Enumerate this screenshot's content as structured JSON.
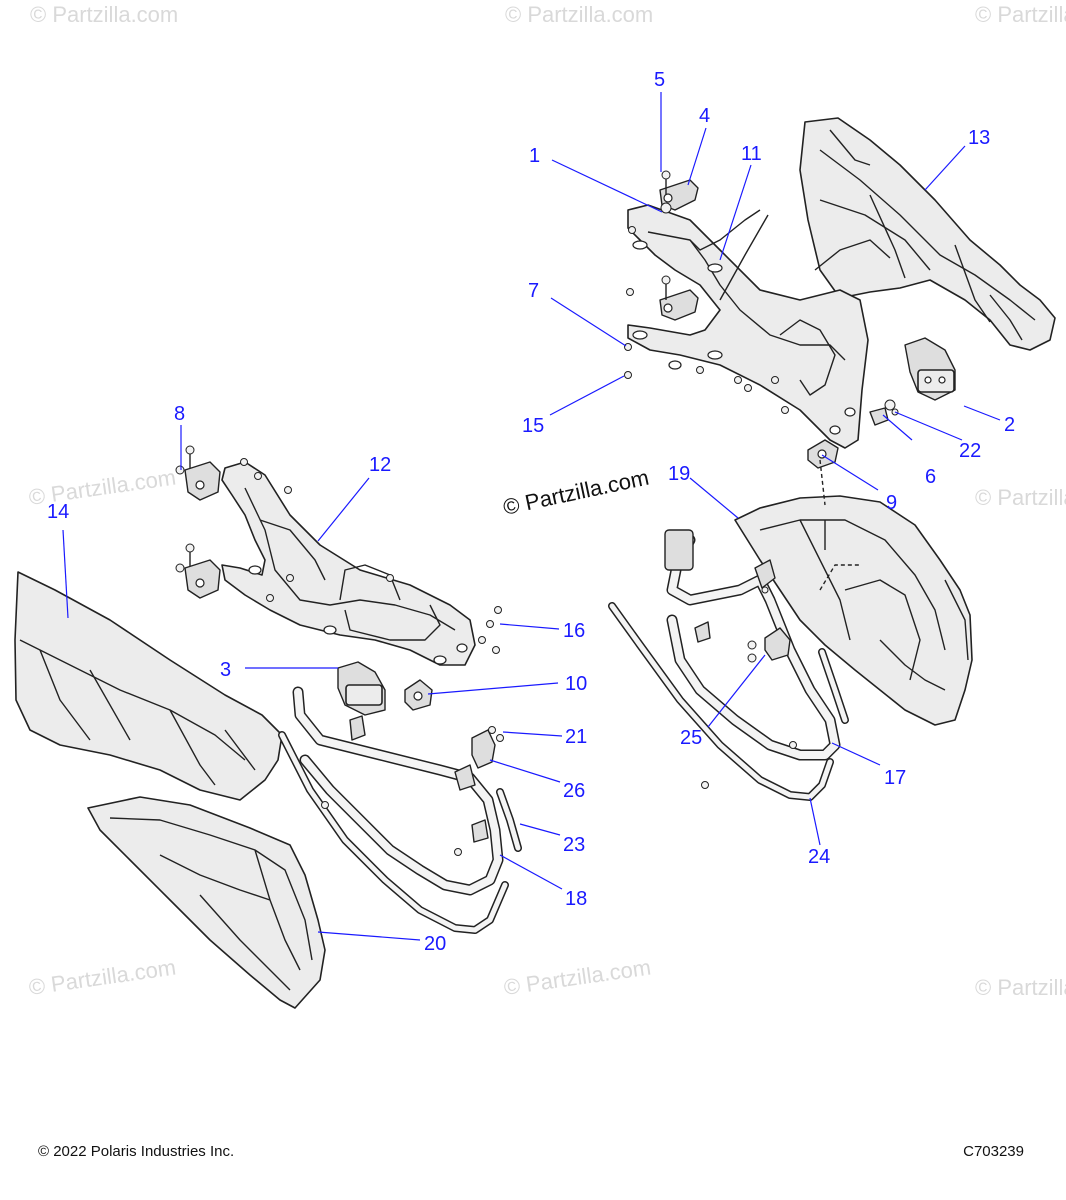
{
  "watermark_text": "© Partzilla.com",
  "center_watermark": "© Partzilla.com",
  "footer": {
    "copyright": "© 2022 Polaris Industries Inc.",
    "diagram_id": "C703239"
  },
  "callouts": {
    "c1": "1",
    "c2": "2",
    "c3": "3",
    "c4": "4",
    "c5": "5",
    "c6": "6",
    "c7": "7",
    "c8": "8",
    "c9": "9",
    "c10": "10",
    "c11": "11",
    "c12": "12",
    "c13": "13",
    "c14": "14",
    "c15": "15",
    "c16": "16",
    "c17": "17",
    "c18": "18",
    "c19": "19",
    "c20": "20",
    "c21": "21",
    "c22": "22",
    "c23": "23",
    "c24": "24",
    "c25": "25",
    "c26": "26"
  },
  "colors": {
    "callout": "#1a1aff",
    "outline": "#222222",
    "fill": "#ececec",
    "watermark": "#d9d9d9"
  }
}
